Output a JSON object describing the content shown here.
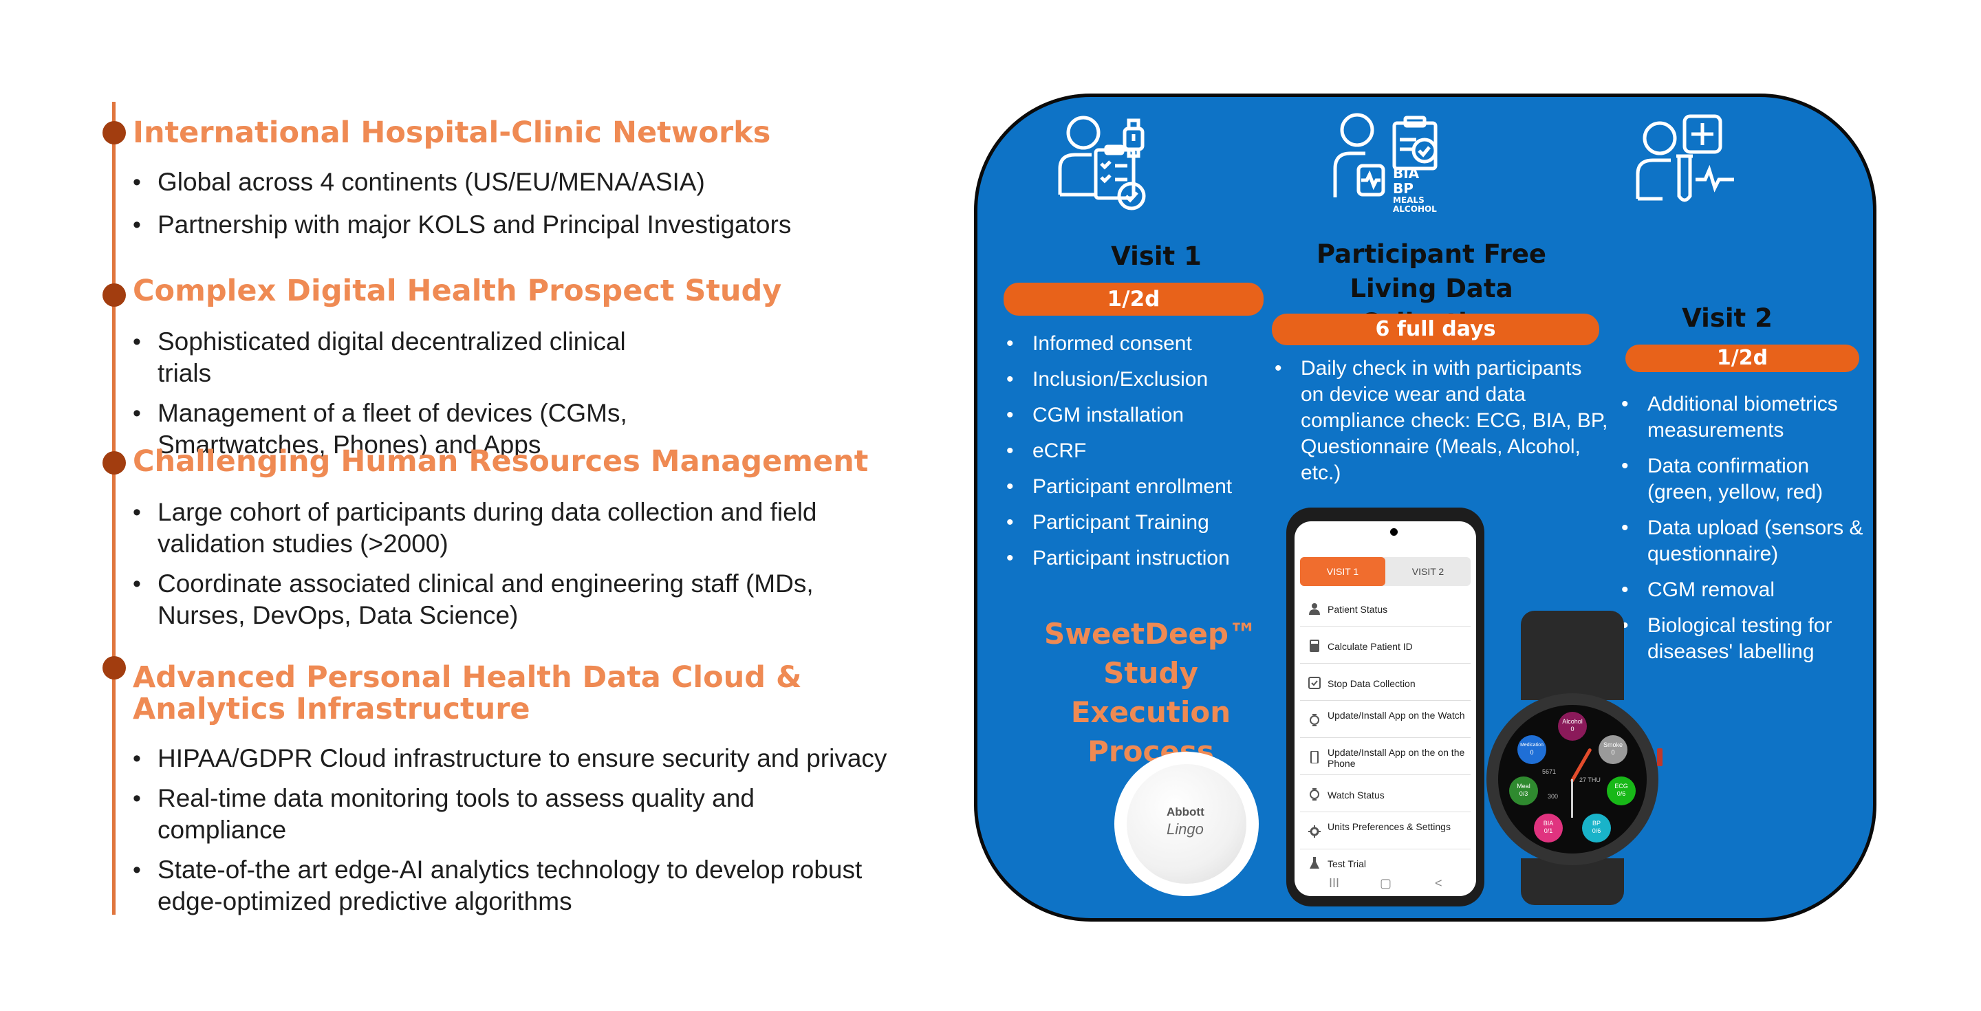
{
  "left": {
    "sections": [
      {
        "title": "International Hospital-Clinic Networks",
        "bullets": [
          "Global across 4 continents (US/EU/MENA/ASIA)",
          "Partnership with major KOLS and Principal Investigators"
        ]
      },
      {
        "title": "Complex Digital Health Prospect Study",
        "bullets": [
          "Sophisticated digital decentralized clinical trials",
          "Management of a fleet of devices  (CGMs, Smartwatches, Phones) and Apps"
        ]
      },
      {
        "title": "Challenging Human Resources Management",
        "bullets": [
          "Large cohort of participants during data collection and field validation studies (>2000)",
          "Coordinate associated clinical and engineering staff (MDs, Nurses, DevOps, Data Science)"
        ]
      },
      {
        "title": "Advanced Personal Health Data Cloud & Analytics Infrastructure",
        "bullets": [
          "HIPAA/GDPR Cloud infrastructure to ensure  security and privacy",
          "Real-time data monitoring tools to assess quality and compliance",
          "State-of-the art edge-AI analytics technology to develop robust edge-optimized predictive algorithms"
        ]
      }
    ]
  },
  "panel": {
    "visit1": {
      "title": "Visit 1",
      "duration": "1/2d",
      "bullets": [
        "Informed consent",
        "Inclusion/Exclusion",
        "CGM installation",
        "eCRF",
        "Participant enrollment",
        "Participant Training",
        "Participant instruction"
      ]
    },
    "free_living": {
      "title": "Participant Free Living Data Collection",
      "duration": "6 full days",
      "bullets": [
        "Daily check in with  participants on device wear and data compliance check: ECG, BIA, BP, Questionnaire (Meals, Alcohol, etc.)"
      ],
      "icon_labels": [
        "BIA",
        "BP",
        "MEALS",
        "ALCOHOL"
      ]
    },
    "visit2": {
      "title": "Visit 2",
      "duration": "1/2d",
      "bullets": [
        "Additional biometrics measurements",
        "Data confirmation (green, yellow, red)",
        "Data upload (sensors & questionnaire)",
        "CGM removal",
        "Biological testing  for diseases' labelling"
      ]
    },
    "brand": {
      "line1": "SweetDeep™",
      "line2": "Study Execution",
      "line3": "Process"
    },
    "phone": {
      "tabs": [
        "VISIT 1",
        "VISIT 2"
      ],
      "menu": [
        {
          "label": "Patient Status",
          "icon": "person-icon"
        },
        {
          "label": "Calculate Patient ID",
          "icon": "calculator-icon"
        },
        {
          "label": "Stop Data Collection",
          "icon": "stop-icon"
        },
        {
          "label": "Update/Install App on the Watch",
          "icon": "watch-icon"
        },
        {
          "label": "Update/Install App on the on the Phone",
          "icon": "phone-icon"
        },
        {
          "label": "Watch Status",
          "icon": "watch-icon"
        },
        {
          "label": "Units Preferences & Settings",
          "icon": "gear-icon"
        },
        {
          "label": "Test Trial",
          "icon": "flask-icon"
        }
      ],
      "nav": [
        "III",
        "▢",
        "<"
      ]
    },
    "watch": {
      "complications": [
        {
          "label": "Alcohol",
          "value": "0",
          "color": "#8b1a5a"
        },
        {
          "label": "Medication",
          "value": "0",
          "color": "#1f6fd6"
        },
        {
          "label": "Smoke",
          "value": "0",
          "color": "#9a9a9a"
        },
        {
          "label": "Meal",
          "value": "0/3",
          "color": "#2f8a2f"
        },
        {
          "label": "ECG",
          "value": "0/6",
          "color": "#18b818"
        },
        {
          "label": "BIA",
          "value": "0/1",
          "color": "#e0337f"
        },
        {
          "label": "BP",
          "value": "0/6",
          "color": "#19b3c9"
        }
      ],
      "center": [
        "5671",
        "27 THU",
        "300"
      ]
    },
    "sensor": {
      "brand": "Abbott",
      "product": "Lingo"
    },
    "colors": {
      "panel_bg": "#0e73c6",
      "accent_orange": "#e8621a",
      "title_orange": "#ef8a53",
      "timeline_dot": "#a23d0f"
    }
  }
}
